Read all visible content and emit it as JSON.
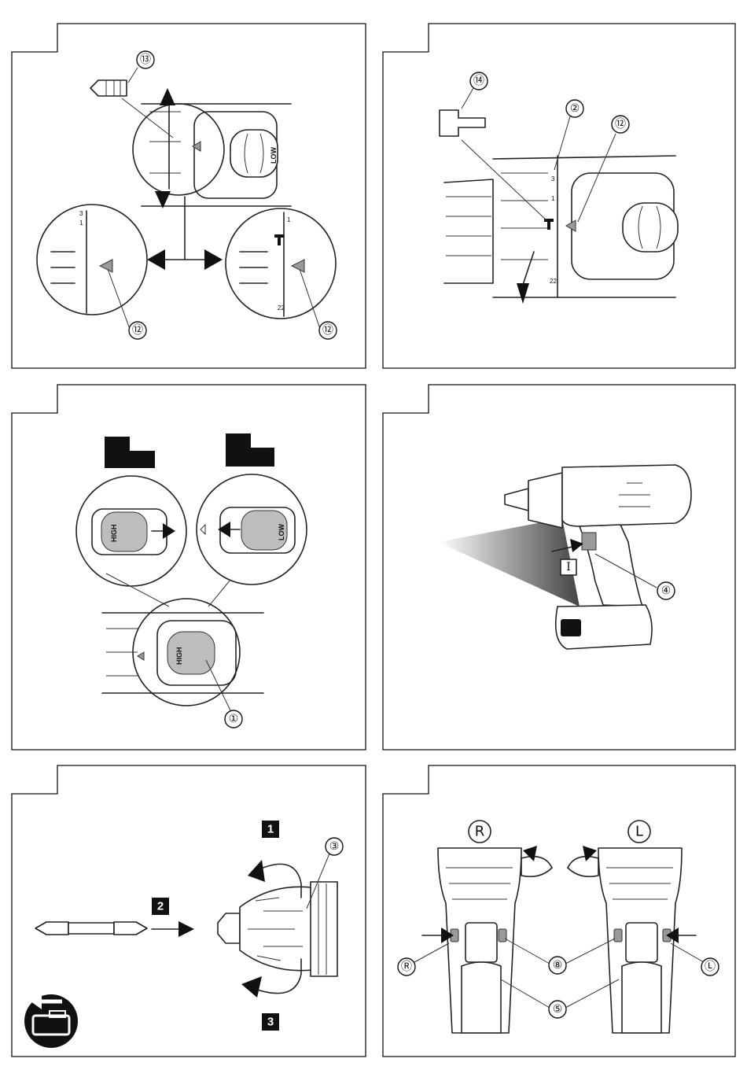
{
  "panels": [
    {
      "id": "fig1",
      "callouts": [
        "⑬",
        "⑫",
        "⑫"
      ],
      "dial_marks": [
        "1",
        "3",
        "22"
      ],
      "switch_label": "LOW"
    },
    {
      "id": "fig2",
      "callouts": [
        "⑭",
        "②",
        "⑫"
      ],
      "dial_marks": [
        "1",
        "3",
        "22"
      ]
    },
    {
      "id": "fig3",
      "callouts": [
        "①"
      ],
      "switch_high": "HIGH",
      "switch_low": "LOW"
    },
    {
      "id": "fig4",
      "callouts": [
        "④"
      ],
      "trigger_mark": "I"
    },
    {
      "id": "fig5",
      "callouts": [
        "③"
      ],
      "steps": [
        "1",
        "2",
        "3"
      ]
    },
    {
      "id": "fig6",
      "callouts": [
        "⑧",
        "⑤",
        "Ⓡ",
        "Ⓛ"
      ],
      "rotation_right": "R",
      "rotation_left": "L"
    }
  ]
}
